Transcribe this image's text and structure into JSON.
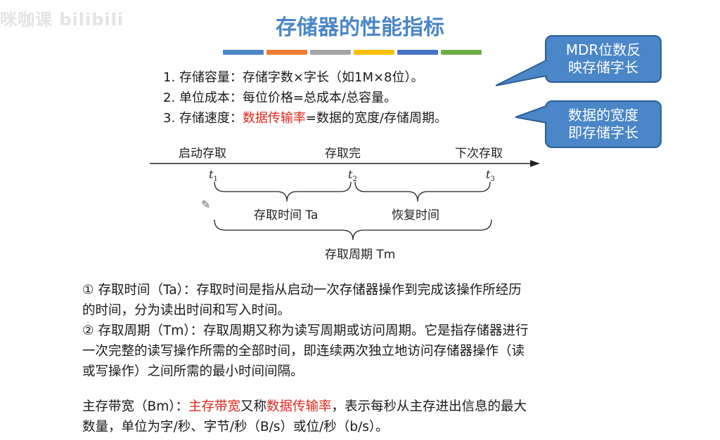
{
  "watermark": "咪咖课 bilibili",
  "title": "存储器的性能指标",
  "title_bar_colors": [
    "#4a86c8",
    "#ed7d31",
    "#a5a5a5",
    "#ffc000",
    "#4472c4",
    "#70ad47"
  ],
  "metrics": [
    {
      "prefix": "1. 存储容量：",
      "highlight": "",
      "rest": "存储字数×字长（如1M×8位）。"
    },
    {
      "prefix": "2. 单位成本：",
      "highlight": "",
      "rest": "每位价格=总成本/总容量。"
    },
    {
      "prefix": "3. 存储速度：",
      "highlight": "数据传输率",
      "rest": "=数据的宽度/存储周期。"
    }
  ],
  "callouts": [
    {
      "line1": "MDR位数反",
      "line2": "映存储字长"
    },
    {
      "line1": "数据的宽度",
      "line2": "即存储字长"
    }
  ],
  "diagram": {
    "start_label": "启动存取",
    "done_label": "存取完",
    "next_label": "下次存取",
    "t1": "t",
    "t1_sub": "1",
    "t2": "t",
    "t2_sub": "2",
    "t3": "t",
    "t3_sub": "3",
    "access_time": "存取时间 Ta",
    "recovery_time": "恢复时间",
    "cycle_time": "存取周期 Tm"
  },
  "paragraphs": {
    "p1_line1": "① 存取时间（Ta）：存取时间是指从启动一次存储器操作到完成该操作所经历",
    "p1_line2": "的时间，分为读出时间和写入时间。",
    "p2_line1": "② 存取周期（Tm）：存取周期又称为读写周期或访问周期。它是指存储器进行",
    "p2_line2": "一次完整的读写操作所需的全部时间，即连续两次独立地访问存储器操作（读",
    "p2_line3": "或写操作）之间所需的最小时间间隔。",
    "p3_a": "主存带宽（Bm）：",
    "p3_red1": "主存带宽",
    "p3_b": "又称",
    "p3_red2": "数据传输率",
    "p3_c": "，表示每秒从主存进出信息的最大",
    "p3_line2": "数量，单位为字/秒、字节/秒（B/s）或位/秒（b/s）。"
  },
  "icons": {
    "pencil": "pencil-icon"
  }
}
